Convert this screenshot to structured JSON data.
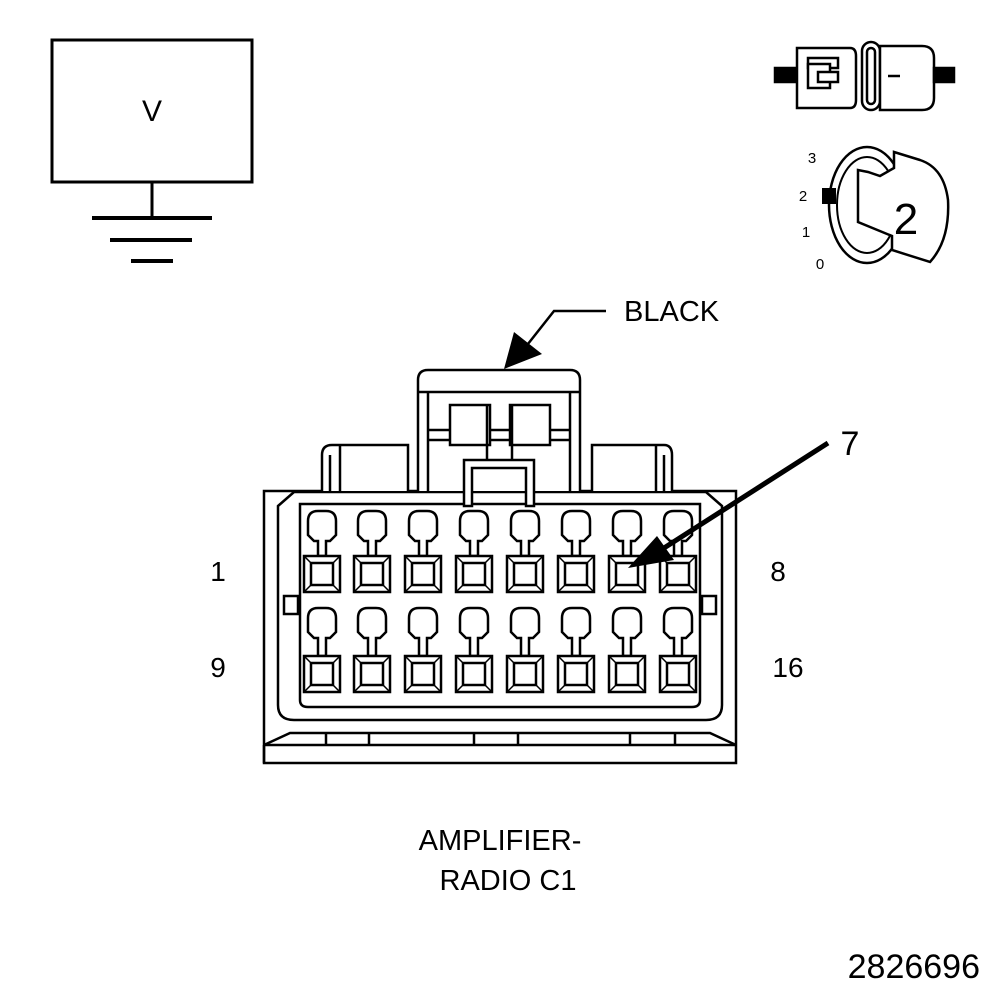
{
  "voltmeter": {
    "label": "V"
  },
  "ignition_switch": {
    "positions": [
      "3",
      "2",
      "1",
      "0"
    ],
    "selected_position": "2"
  },
  "connector": {
    "color_label": "BLACK",
    "pointer_pin": "7",
    "row_labels": {
      "top_left": "1",
      "top_right": "8",
      "bottom_left": "9",
      "bottom_right": "16"
    },
    "name_line1": "AMPLIFIER-",
    "name_line2": "RADIO C1"
  },
  "figure_id": "2826696"
}
